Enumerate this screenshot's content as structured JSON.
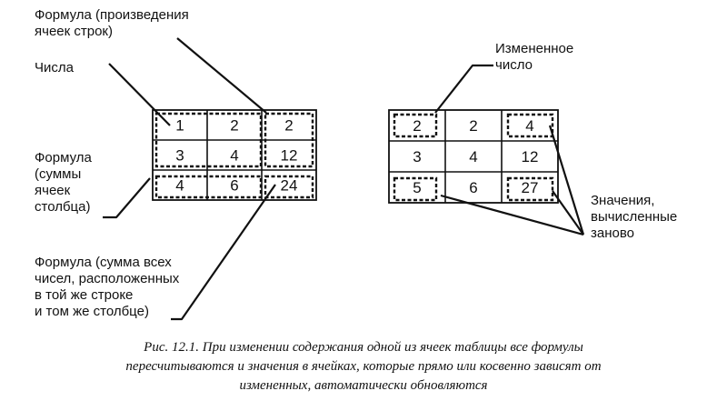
{
  "labels": {
    "formula_products_1": "Формула (произведения",
    "formula_products_2": "ячеек строк)",
    "numbers": "Числа",
    "formula_sums_1": "Формула",
    "formula_sums_2": "(суммы",
    "formula_sums_3": "ячеек",
    "formula_sums_4": "столбца)",
    "formula_total_1": "Формула (сумма всех",
    "formula_total_2": "чисел, расположенных",
    "formula_total_3": "в той же строке",
    "formula_total_4": "и том же столбце)",
    "changed_number_1": "Измененное",
    "changed_number_2": "число",
    "recalculated_1": "Значения,",
    "recalculated_2": "вычисленные",
    "recalculated_3": "заново"
  },
  "table_before": [
    [
      "1",
      "2",
      "2"
    ],
    [
      "3",
      "4",
      "12"
    ],
    [
      "4",
      "6",
      "24"
    ]
  ],
  "table_after": [
    [
      "2",
      "2",
      "4"
    ],
    [
      "3",
      "4",
      "12"
    ],
    [
      "5",
      "6",
      "27"
    ]
  ],
  "caption": {
    "line1": "Рис. 12.1. При изменении содержания одной из ячеек таблицы все формулы",
    "line2": "пересчитываются и значения в ячейках, которые прямо или косвенно зависят от",
    "line3": "измененных, автоматически обновляются"
  }
}
